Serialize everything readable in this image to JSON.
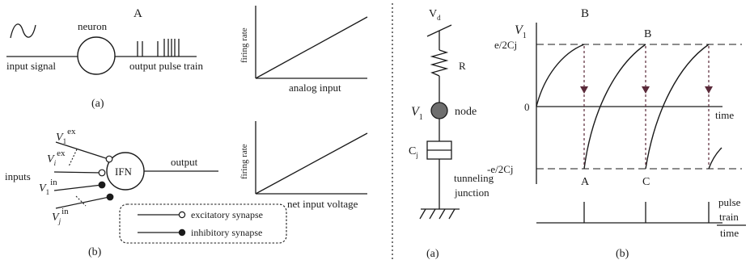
{
  "panel_a": {
    "label_A": "A",
    "neuron": "neuron",
    "input_signal": "input signal",
    "output_pulse_train": "output pulse train",
    "sub_a": "(a)",
    "graph1_ylabel": "firing rate",
    "graph1_xlabel": "analog input",
    "graph2_ylabel": "firing rate",
    "graph2_xlabel": "net input voltage",
    "ifn": "IFN",
    "inputs": "inputs",
    "output": "output",
    "sub_b": "(b)",
    "v_var": "V",
    "sub_1": "1",
    "sub_i": "i",
    "sub_j": "j",
    "sup_ex": "ex",
    "sup_in": "in",
    "legend_excitatory": "excitatory synapse",
    "legend_inhibitory": "inhibitory synapse"
  },
  "panel_b": {
    "label_B": "B",
    "vd_v": "V",
    "vd_sub": "d",
    "r": "R",
    "v1_v": "V",
    "v1_sub": "1",
    "node": "node",
    "cj_c": "C",
    "cj_sub": "j",
    "tunneling": "tunneling",
    "junction": "junction",
    "sub_a": "(a)",
    "plot_v": "V",
    "plot_sub": "1",
    "plus_level": "e/2Cj",
    "zero": "0",
    "minus_level": "-e/2Cj",
    "time": "time",
    "point_B": "B",
    "point_A": "A",
    "point_C": "C",
    "pulse": "pulse",
    "train": "train",
    "time2": "time",
    "sub_b": "(b)"
  }
}
